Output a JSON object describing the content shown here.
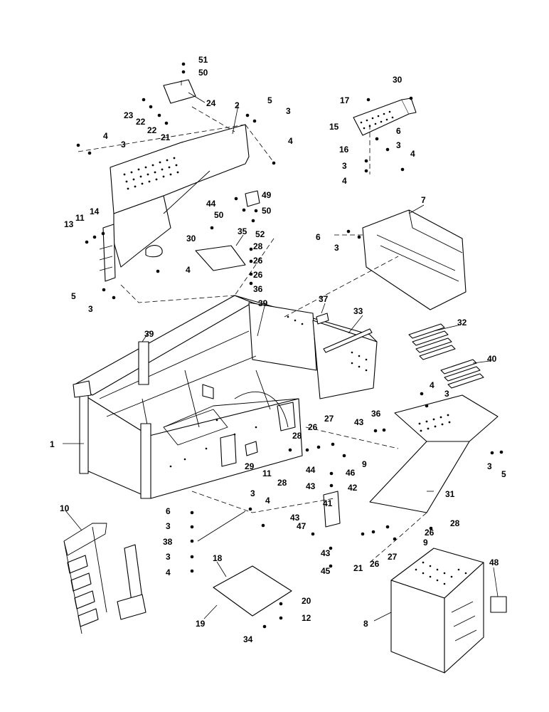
{
  "callouts": {
    "c1": "1",
    "c2": "2",
    "c3": "3",
    "c4": "4",
    "c5": "5",
    "c6": "6",
    "c7": "7",
    "c8": "8",
    "c9": "9",
    "c10": "10",
    "c11": "11",
    "c12": "12",
    "c13": "13",
    "c14": "14",
    "c15": "15",
    "c16": "16",
    "c17": "17",
    "c18": "18",
    "c19": "19",
    "c20": "20",
    "c21": "21",
    "c22": "22",
    "c23": "23",
    "c24": "24",
    "c26": "26",
    "c27": "27",
    "c28": "28",
    "c29": "29",
    "c30": "30",
    "c31": "31",
    "c32": "32",
    "c33": "33",
    "c34": "34",
    "c35": "35",
    "c36": "36",
    "c37": "37",
    "c38": "38",
    "c39": "39",
    "c40": "40",
    "c41": "41",
    "c42": "42",
    "c43": "43",
    "c44": "44",
    "c45": "45",
    "c46": "46",
    "c47": "47",
    "c48": "48",
    "c49": "49",
    "c50": "50",
    "c51": "51",
    "c52": "52"
  }
}
